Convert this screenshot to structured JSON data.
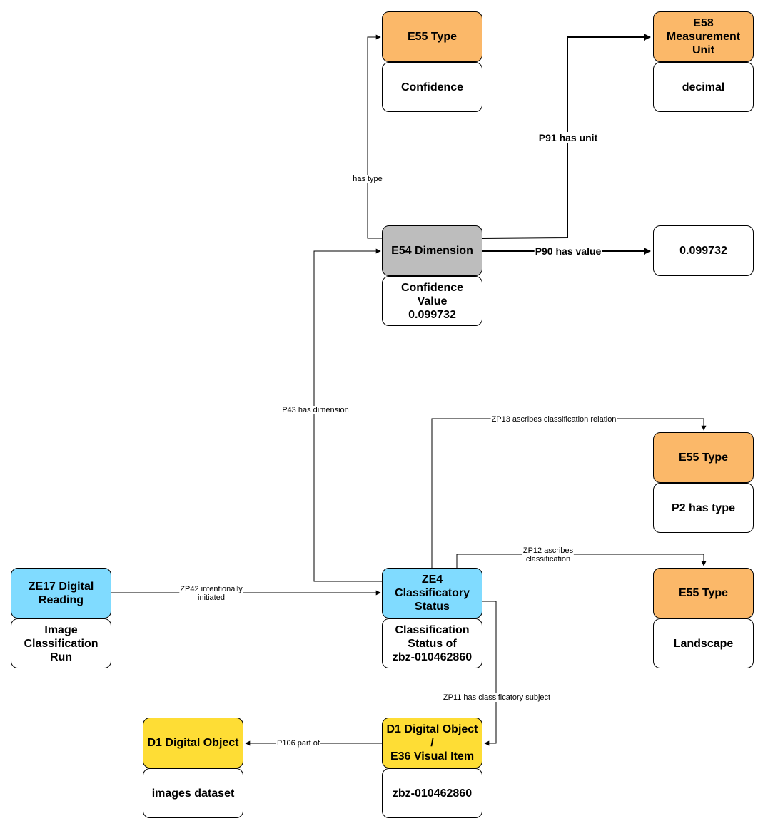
{
  "colors": {
    "orange": "#FBB869",
    "gray": "#BDBDBD",
    "blue": "#80DBFF",
    "yellow": "#FEDD35",
    "white": "#FFFFFF"
  },
  "nodes": {
    "e55_confidence": {
      "class_label": "E55 Type",
      "instance_label": "Confidence"
    },
    "e58_unit": {
      "class_label": "E58 Measurement\nUnit",
      "instance_label": "decimal"
    },
    "e54_dimension": {
      "class_label": "E54 Dimension",
      "instance_label": "Confidence Value\n0.099732"
    },
    "value_literal": {
      "label": "0.099732"
    },
    "e55_p2": {
      "class_label": "E55 Type",
      "instance_label": "P2 has type"
    },
    "ze17_reading": {
      "class_label": "ZE17 Digital\nReading",
      "instance_label": "Image\nClassification\nRun"
    },
    "ze4_status": {
      "class_label": "ZE4\nClassificatory\nStatus",
      "instance_label": "Classification\nStatus of\nzbz-010462860"
    },
    "e55_landscape": {
      "class_label": "E55 Type",
      "instance_label": "Landscape"
    },
    "d1_dataset": {
      "class_label": "D1 Digital Object",
      "instance_label": "images dataset"
    },
    "d1_visual_item": {
      "class_label": "D1 Digital Object /\nE36 Visual Item",
      "instance_label": "zbz-010462860"
    }
  },
  "edges": {
    "has_type": "has type",
    "p91_has_unit": "P91 has unit",
    "p90_has_value": "P90 has value",
    "p43_has_dimension": "P43 has dimension",
    "zp13": "ZP13 ascribes classification relation",
    "zp12": "ZP12 ascribes\nclassification",
    "zp42": "ZP42 intentionally\ninitiated",
    "zp11": "ZP11 has classificatory subject",
    "p106_part_of": "P106 part of"
  }
}
